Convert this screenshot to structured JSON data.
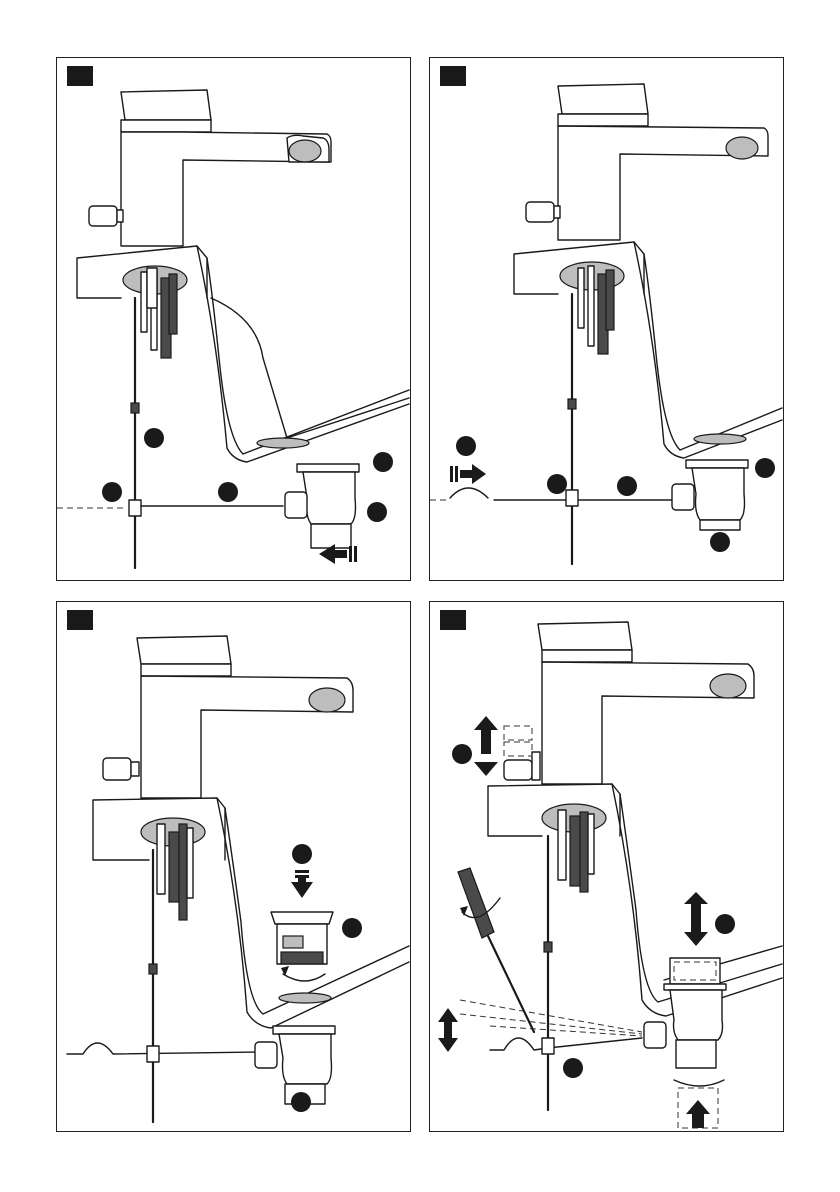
{
  "document": {
    "panels": [
      {
        "step": "",
        "markers": 5
      },
      {
        "step": "",
        "markers": 5
      },
      {
        "step": "",
        "markers": 3
      },
      {
        "step": "",
        "markers": 3
      }
    ]
  }
}
